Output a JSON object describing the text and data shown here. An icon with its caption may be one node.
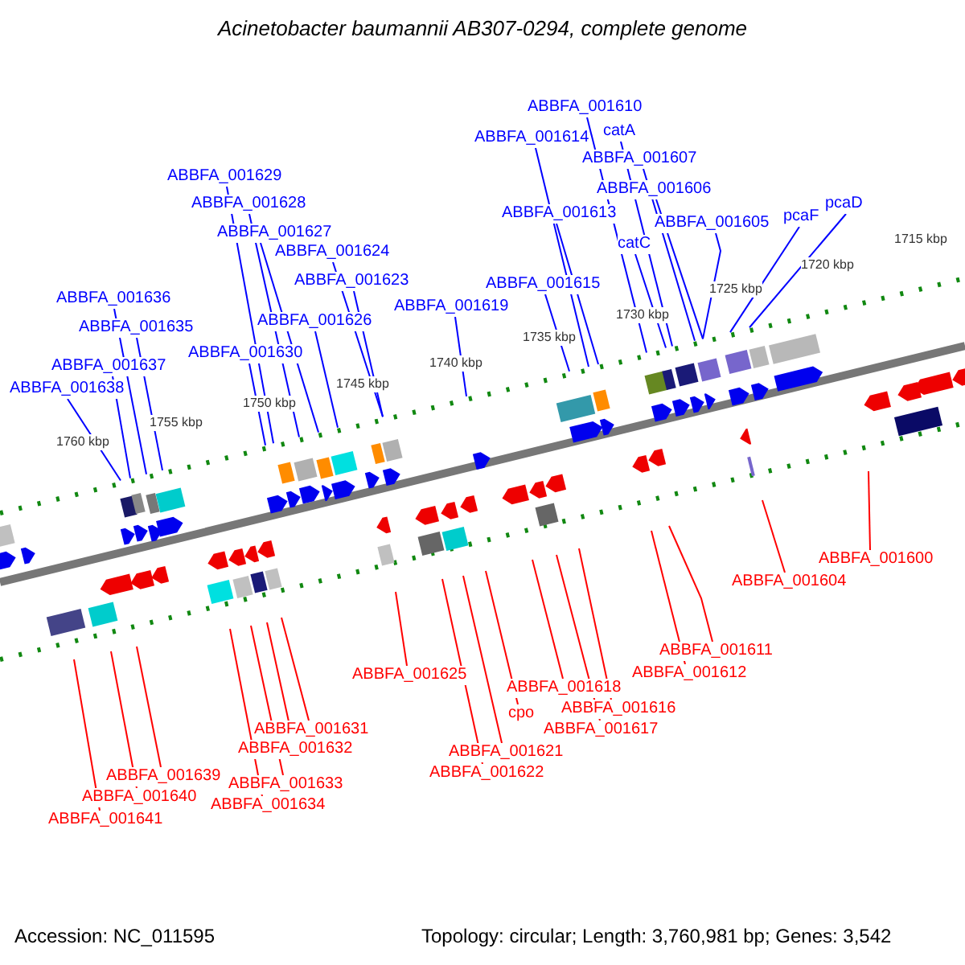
{
  "diagram": {
    "title": "Acinetobacter baumannii AB307-0294, complete genome",
    "nodes": [
      {
        "text": [
          "ABBFA_001610"
        ]
      },
      {
        "text": [
          "catA"
        ]
      },
      {
        "text": [
          "ABBFA_001614"
        ]
      },
      {
        "text": [
          "ABBFA_001607"
        ]
      },
      {
        "text": [
          "ABBFA_001629"
        ]
      },
      {
        "text": [
          "ABBFA_001606"
        ]
      },
      {
        "text": [
          "ABBFA_001628"
        ]
      },
      {
        "text": [
          "pcaD"
        ]
      },
      {
        "text": [
          "ABBFA_001613"
        ]
      },
      {
        "text": [
          "pcaF"
        ]
      },
      {
        "text": [
          "ABBFA_001605"
        ]
      },
      {
        "text": [
          "ABBFA_001627"
        ]
      },
      {
        "text": [
          "catC"
        ]
      },
      {
        "text": [
          "ABBFA_001624"
        ]
      },
      {
        "text": [
          "ABBFA_001623"
        ]
      },
      {
        "text": [
          "ABBFA_001615"
        ]
      },
      {
        "text": [
          "ABBFA_001636"
        ]
      },
      {
        "text": [
          "ABBFA_001619"
        ]
      },
      {
        "text": [
          "ABBFA_001626"
        ]
      },
      {
        "text": [
          "ABBFA_001635"
        ]
      },
      {
        "text": [
          "ABBFA_001630"
        ]
      },
      {
        "text": [
          "ABBFA_001637"
        ]
      },
      {
        "text": [
          "ABBFA_001638"
        ]
      },
      {
        "text": [
          "ABBFA_001600"
        ]
      },
      {
        "text": [
          "ABBFA_001604"
        ]
      },
      {
        "text": [
          "ABBFA_001611"
        ]
      },
      {
        "text": [
          "ABBFA_001612"
        ]
      },
      {
        "text": [
          "ABBFA_001625"
        ]
      },
      {
        "text": [
          "ABBFA_001618"
        ]
      },
      {
        "text": [
          "ABBFA_001616"
        ]
      },
      {
        "text": [
          "cpo"
        ]
      },
      {
        "text": [
          "ABBFA_001631"
        ]
      },
      {
        "text": [
          "ABBFA_001617"
        ]
      },
      {
        "text": [
          "ABBFA_001632"
        ]
      },
      {
        "text": [
          "ABBFA_001621"
        ]
      },
      {
        "text": [
          "ABBFA_001622"
        ]
      },
      {
        "text": [
          "ABBFA_001639"
        ]
      },
      {
        "text": [
          "ABBFA_001633"
        ]
      },
      {
        "text": [
          "ABBFA_001640"
        ]
      },
      {
        "text": [
          "ABBFA_001634"
        ]
      },
      {
        "text": [
          "ABBFA_001641"
        ]
      }
    ],
    "edges": [
      {
        "from": 0,
        "to": null,
        "arrow": "none"
      },
      {
        "from": 1,
        "to": null,
        "arrow": "none"
      },
      {
        "from": 2,
        "to": null,
        "arrow": "none"
      },
      {
        "from": 3,
        "to": null,
        "arrow": "none"
      },
      {
        "from": 4,
        "to": null,
        "arrow": "none"
      },
      {
        "from": 5,
        "to": null,
        "arrow": "none"
      },
      {
        "from": 6,
        "to": null,
        "arrow": "none"
      },
      {
        "from": 7,
        "to": null,
        "arrow": "none"
      },
      {
        "from": 8,
        "to": null,
        "arrow": "none"
      },
      {
        "from": 9,
        "to": null,
        "arrow": "none"
      },
      {
        "from": 10,
        "to": null,
        "arrow": "none"
      },
      {
        "from": 11,
        "to": null,
        "arrow": "none"
      },
      {
        "from": 12,
        "to": null,
        "arrow": "none"
      },
      {
        "from": 13,
        "to": null,
        "arrow": "none"
      },
      {
        "from": 14,
        "to": null,
        "arrow": "none"
      },
      {
        "from": 15,
        "to": null,
        "arrow": "none"
      },
      {
        "from": 16,
        "to": null,
        "arrow": "none"
      },
      {
        "from": 17,
        "to": null,
        "arrow": "none"
      },
      {
        "from": 18,
        "to": null,
        "arrow": "none"
      },
      {
        "from": 19,
        "to": null,
        "arrow": "none"
      },
      {
        "from": 20,
        "to": null,
        "arrow": "none"
      },
      {
        "from": 21,
        "to": null,
        "arrow": "none"
      },
      {
        "from": 22,
        "to": null,
        "arrow": "none"
      },
      {
        "from": 23,
        "to": null,
        "arrow": "none",
        "color": "#ff0000"
      },
      {
        "from": 24,
        "to": null,
        "arrow": "none",
        "color": "#ff0000"
      },
      {
        "from": 25,
        "to": null,
        "arrow": "none",
        "color": "#ff0000"
      },
      {
        "from": 26,
        "to": null,
        "arrow": "none",
        "color": "#ff0000"
      },
      {
        "from": 27,
        "to": null,
        "arrow": "none",
        "color": "#ff0000"
      },
      {
        "from": 28,
        "to": null,
        "arrow": "none",
        "color": "#ff0000"
      },
      {
        "from": 29,
        "to": null,
        "arrow": "none",
        "color": "#ff0000"
      },
      {
        "from": 30,
        "to": null,
        "arrow": "none",
        "color": "#ff0000"
      },
      {
        "from": 31,
        "to": null,
        "arrow": "none",
        "color": "#ff0000"
      },
      {
        "from": 32,
        "to": null,
        "arrow": "none",
        "color": "#ff0000"
      },
      {
        "from": 33,
        "to": null,
        "arrow": "none",
        "color": "#ff0000"
      },
      {
        "from": 34,
        "to": null,
        "arrow": "none",
        "color": "#ff0000"
      },
      {
        "from": 35,
        "to": null,
        "arrow": "none",
        "color": "#ff0000"
      },
      {
        "from": 36,
        "to": null,
        "arrow": "none",
        "color": "#ff0000"
      },
      {
        "from": 37,
        "to": null,
        "arrow": "none",
        "color": "#ff0000"
      },
      {
        "from": 38,
        "to": null,
        "arrow": "none",
        "color": "#ff0000"
      },
      {
        "from": 39,
        "to": null,
        "arrow": "none",
        "color": "#ff0000"
      },
      {
        "from": 40,
        "to": null,
        "arrow": "none",
        "color": "#ff0000"
      }
    ],
    "labels": [
      "1715 kbp",
      "1720 kbp",
      "1725 kbp",
      "1730 kbp",
      "1735 kbp",
      "1740 kbp",
      "1745 kbp",
      "1750 kbp",
      "1755 kbp",
      "1760 kbp",
      "Accession: NC_011595",
      "Topology: circular; Length: 3,760,981 bp; Genes: 3,542"
    ]
  }
}
